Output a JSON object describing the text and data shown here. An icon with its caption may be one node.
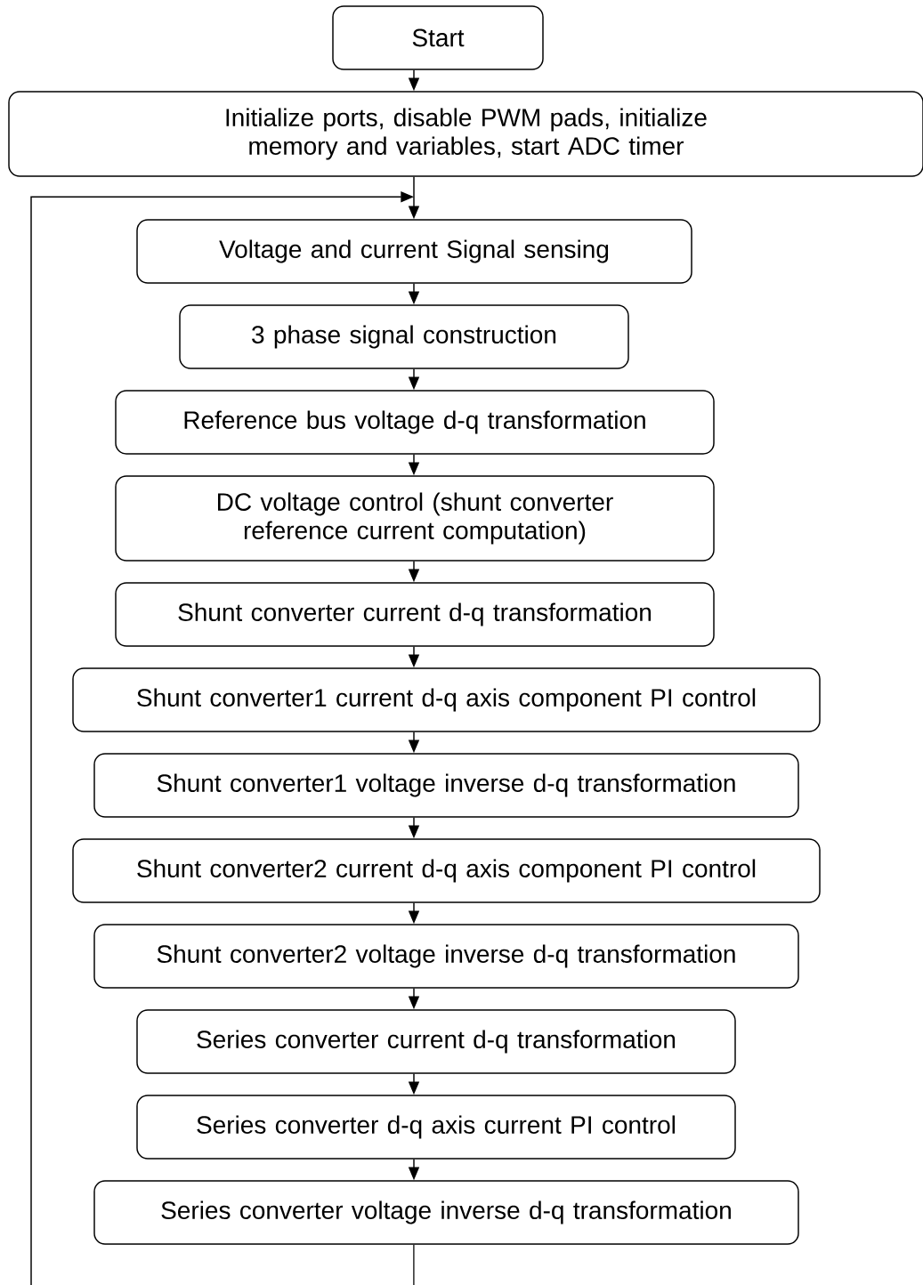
{
  "diagram": {
    "nodes": [
      {
        "text": [
          "Start"
        ]
      },
      {
        "text": [
          "Initialize ports, disable PWM pads, initialize memory and variables, start ADC timer"
        ]
      },
      {
        "text": [
          "Voltage and current Signal sensing"
        ]
      },
      {
        "text": [
          "3 phase signal construction"
        ]
      },
      {
        "text": [
          "Reference bus voltage d-q transformation"
        ]
      },
      {
        "text": [
          "DC voltage control (shunt converter reference current computation)"
        ]
      },
      {
        "text": [
          "Shunt converter current d-q transformation"
        ]
      },
      {
        "text": [
          "Shunt converter1 current d-q axis component PI control"
        ]
      },
      {
        "text": [
          "Shunt converter1 voltage inverse d-q transformation"
        ]
      },
      {
        "text": [
          "Shunt converter2 current d-q axis component PI control"
        ]
      },
      {
        "text": [
          "Shunt converter2 voltage inverse d-q transformation"
        ]
      },
      {
        "text": [
          "Series converter current d-q transformation"
        ]
      },
      {
        "text": [
          "Series converter d-q axis current PI control"
        ]
      },
      {
        "text": [
          "Series converter voltage inverse d-q transformation"
        ]
      }
    ],
    "edges": [
      {
        "from": 0,
        "to": 1,
        "arrow": "to"
      },
      {
        "from": 1,
        "to": 2,
        "arrow": "to"
      },
      {
        "from": 2,
        "to": 3,
        "arrow": "to"
      },
      {
        "from": 3,
        "to": 4,
        "arrow": "to"
      },
      {
        "from": 4,
        "to": 5,
        "arrow": "to"
      },
      {
        "from": 5,
        "to": 6,
        "arrow": "to"
      },
      {
        "from": 6,
        "to": 7,
        "arrow": "to"
      },
      {
        "from": 7,
        "to": 8,
        "arrow": "to"
      },
      {
        "from": 8,
        "to": 9,
        "arrow": "to"
      },
      {
        "from": 9,
        "to": 10,
        "arrow": "to"
      },
      {
        "from": 10,
        "to": 11,
        "arrow": "to"
      },
      {
        "from": 11,
        "to": 12,
        "arrow": "to"
      },
      {
        "from": 12,
        "to": 13,
        "arrow": "to"
      },
      {
        "from": 13,
        "to": null,
        "arrow": "none"
      },
      {
        "from": null,
        "to": 2,
        "arrow": "to"
      }
    ]
  }
}
